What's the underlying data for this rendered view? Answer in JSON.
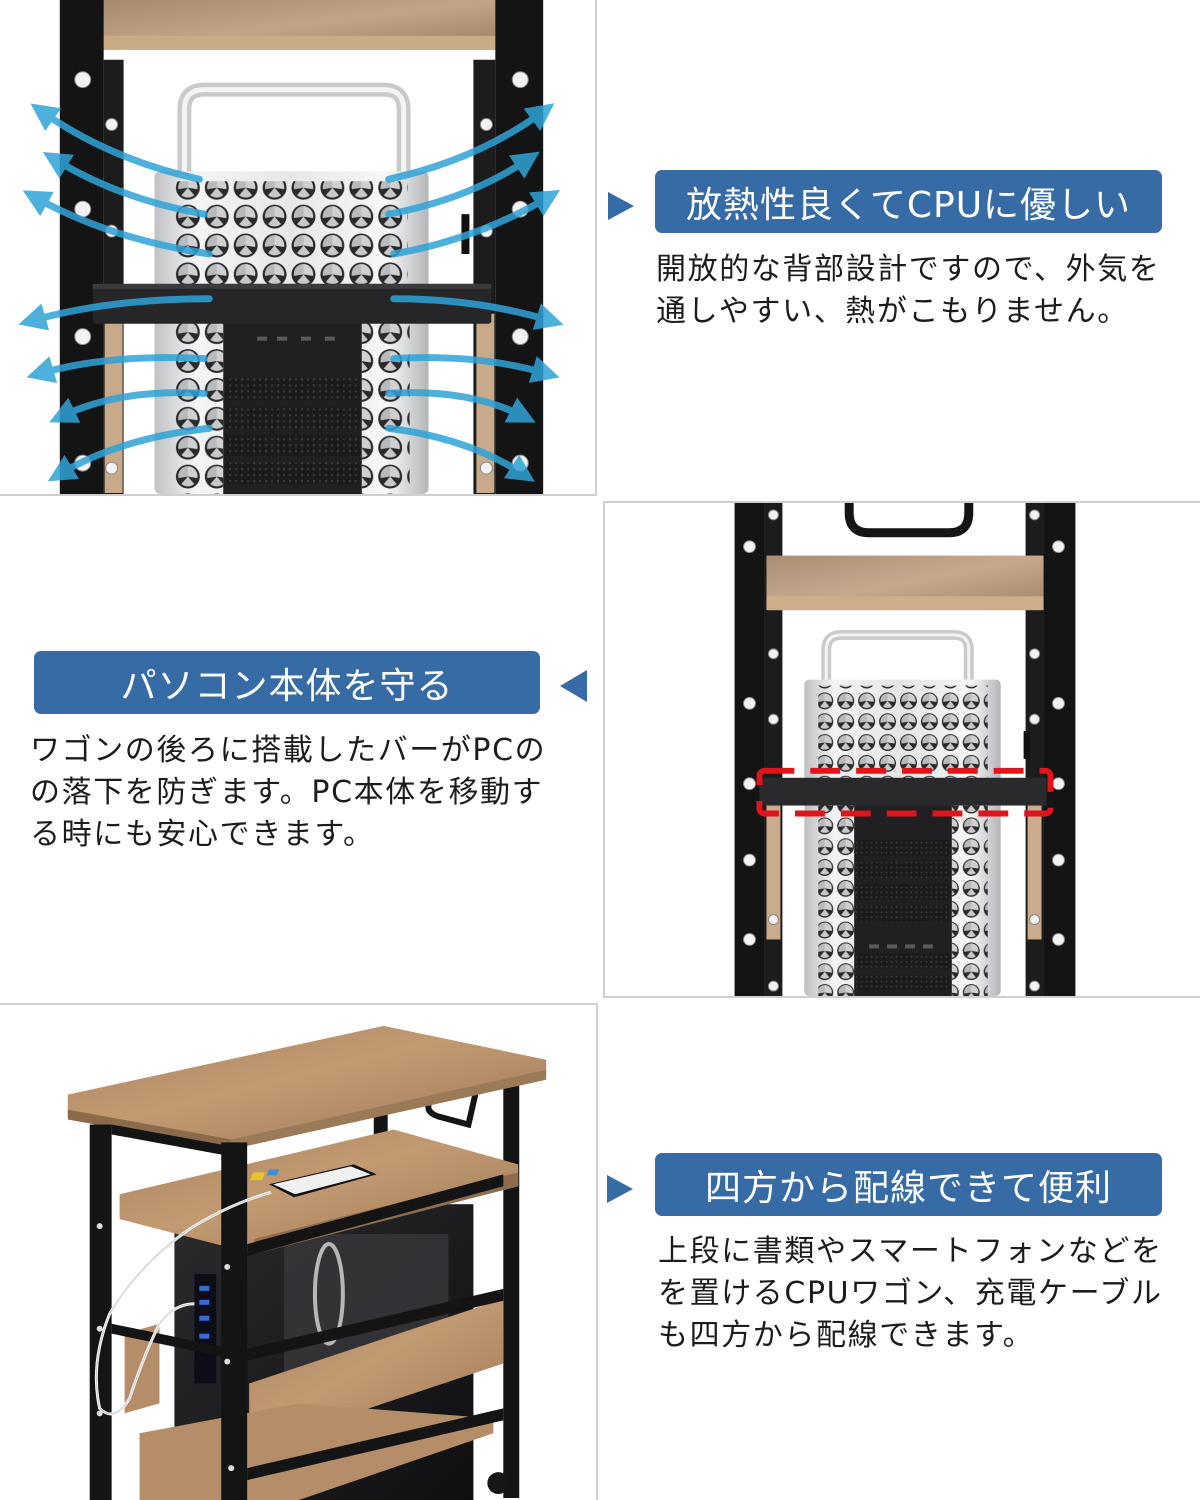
{
  "theme": {
    "accent": "#366ba6",
    "airflow_arrow": "#2ea3d8",
    "highlight": "#e0141b",
    "frame": "#151515",
    "wood": "#b38d66",
    "border": "#cfcfcf"
  },
  "sections": [
    {
      "id": "heat-dissipation",
      "image": "product-photo-mac-pro-in-rack-with-airflow-arrows",
      "pointer": "triangle-right",
      "heading": "放熱性良くてCPUに優しい",
      "body_lines": [
        "開放的な背部設計ですので、外気を",
        "通しやすい、熱がこもりません。"
      ]
    },
    {
      "id": "protect-pc",
      "image": "product-photo-rear-bar-highlighted",
      "pointer": "triangle-left",
      "heading": "パソコン本体を守る",
      "body_lines": [
        "ワゴンの後ろに搭載したバーがPCの",
        "の落下を防ぎます。PC本体を移動す",
        "る時にも安心できます。"
      ]
    },
    {
      "id": "cable-routing",
      "image": "product-photo-cpu-wagon-with-phone-charging",
      "pointer": "triangle-right",
      "heading": "四方から配線できて便利",
      "body_lines": [
        "上段に書類やスマートフォンなどを",
        "を置けるCPUワゴン、充電ケーブル",
        "も四方から配線できます。"
      ]
    }
  ]
}
